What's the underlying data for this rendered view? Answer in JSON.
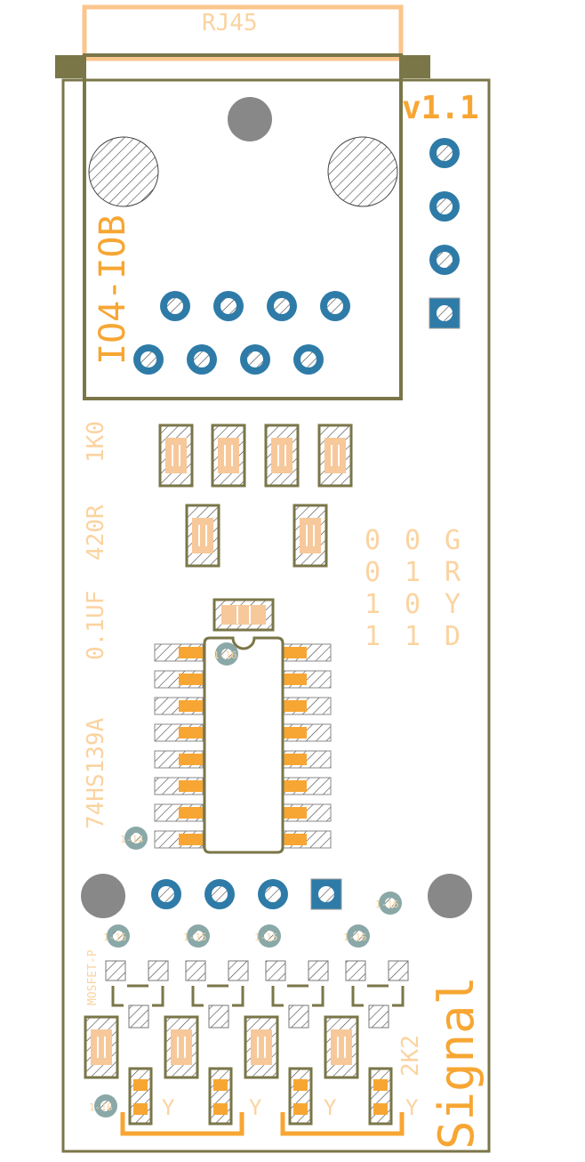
{
  "colors": {
    "outline": "#7a7648",
    "silk": "#f7a633",
    "silk_faint": "#fbd3a0",
    "pad_fill": "#f7c89a",
    "hole": "#2e7ba8",
    "mount": "#888888",
    "via": "#8aa8a8"
  },
  "labels": {
    "connector": "RJ45",
    "version": "v1.1",
    "board_id": "IO4-IOB",
    "r1": "1K0",
    "r2": "420R",
    "cap": "0.1UF",
    "ic": "74HS139A",
    "mosfet": "MOSFET-P",
    "r3": "2K2",
    "signal": "Signal",
    "led_mark": "Y"
  },
  "truth_table": [
    [
      "0",
      "0",
      "G"
    ],
    [
      "0",
      "1",
      "R"
    ],
    [
      "1",
      "0",
      "Y"
    ],
    [
      "1",
      "1",
      "D"
    ]
  ],
  "via_labels": [
    "1-16",
    "1-14",
    "1-16",
    "1-15",
    "1-15",
    "1-15",
    "1-16",
    "1-16"
  ]
}
